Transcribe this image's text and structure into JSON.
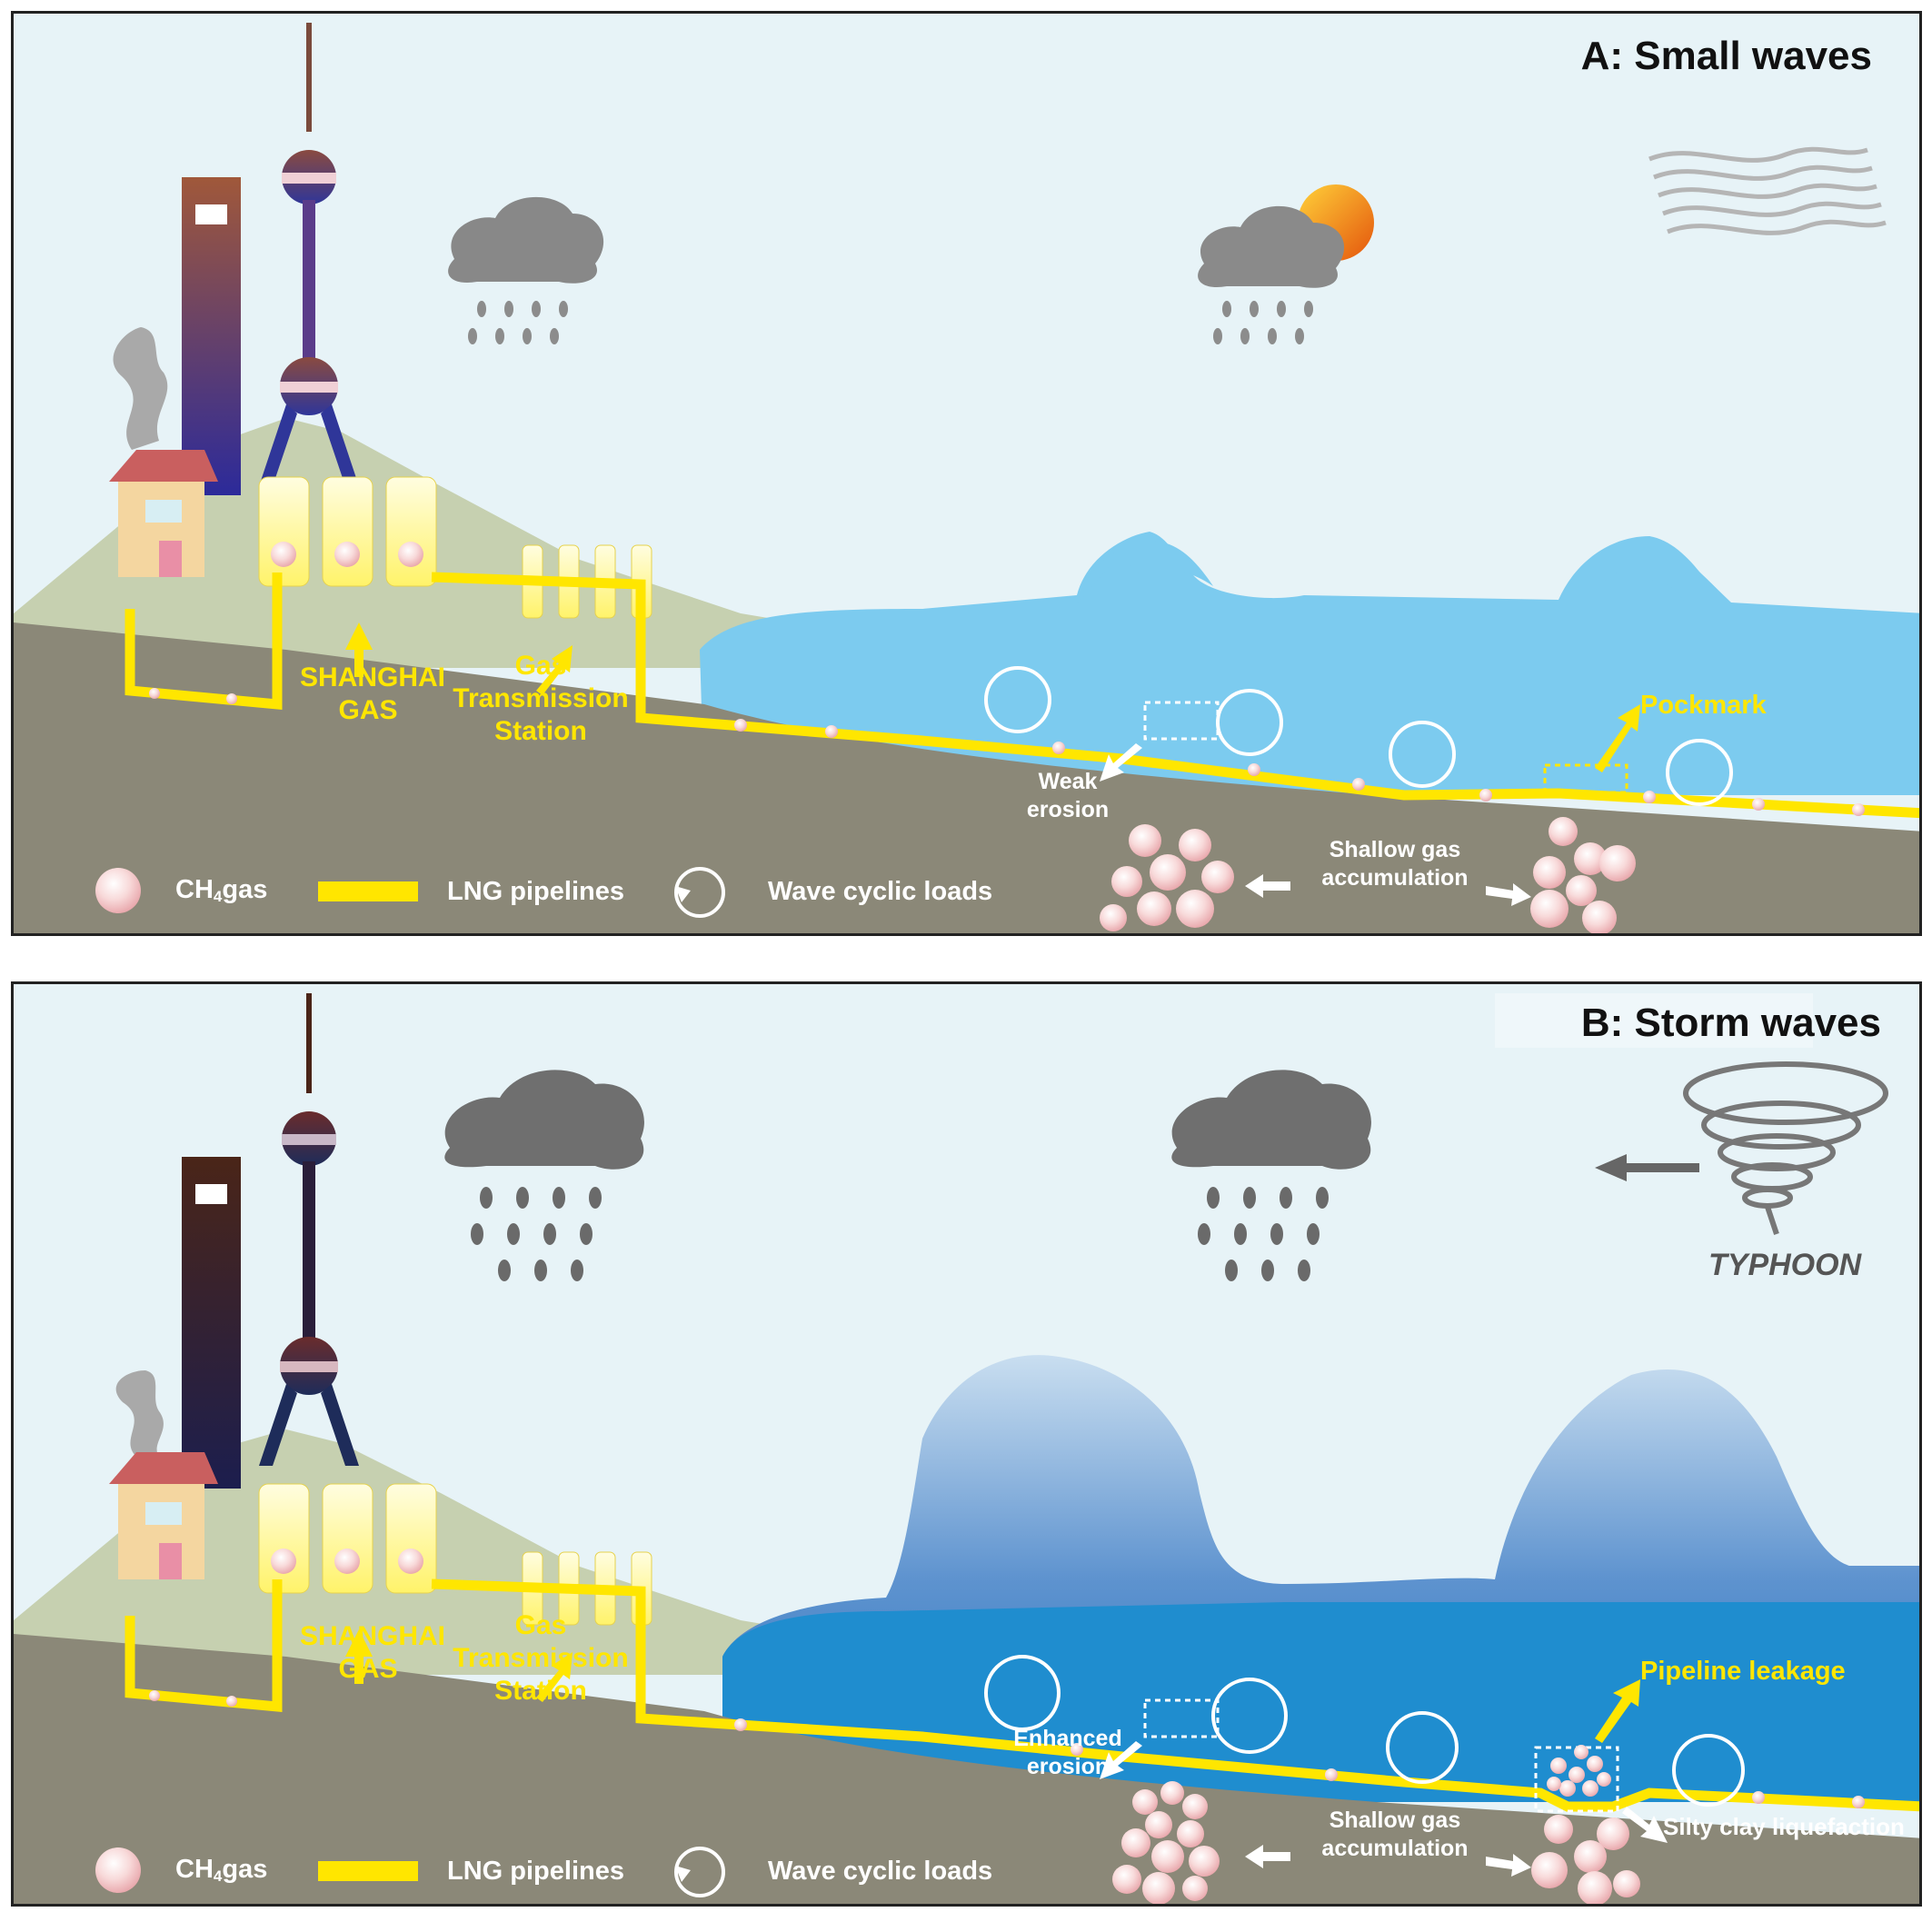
{
  "panels": [
    {
      "id": "A",
      "title": "A: Small waves",
      "company": "SHANGHAI GAS",
      "company_line1": "SHANGHAI",
      "company_line2": "GAS",
      "station_line1": "Gas",
      "station_line2": "Transmission",
      "station_line3": "Station",
      "erosion_line1": "Weak",
      "erosion_line2": "erosion",
      "shallow_line1": "Shallow gas",
      "shallow_line2": "accumulation",
      "feature": "Pockmark"
    },
    {
      "id": "B",
      "title": "B: Storm waves",
      "company_line1": "SHANGHAI",
      "company_line2": "GAS",
      "station_line1": "Gas",
      "station_line2": "Transmission",
      "station_line3": "Station",
      "erosion_line1": "Enhanced",
      "erosion_line2": "erosion",
      "shallow_line1": "Shallow gas",
      "shallow_line2": "accumulation",
      "feature": "Pipeline leakage",
      "liquefaction": "Silty clay liquefaction",
      "typhoon": "TYPHOON"
    }
  ],
  "legend": {
    "gas_prefix": "CH",
    "gas_sub": "4",
    "gas_suffix": "gas",
    "pipelines": "LNG pipelines",
    "cyclic": "Wave cyclic loads"
  },
  "colors": {
    "sky": "#e7f3f7",
    "hill": "#c6d0b0",
    "seabed": "#8b8878",
    "sea_small": "#7ccbef",
    "sea_storm": "#1f8dcf",
    "pipeline": "#ffe600",
    "gas_bubble": "#f6c9c9"
  },
  "icons": [
    "building-icon",
    "tower-icon",
    "house-icon",
    "smoke-icon",
    "storage-tank-icon",
    "rain-cloud-icon",
    "sun-icon",
    "wind-icon",
    "wave-icon",
    "cyclic-load-icon",
    "gas-bubble-icon",
    "arrow-icon",
    "typhoon-icon"
  ]
}
